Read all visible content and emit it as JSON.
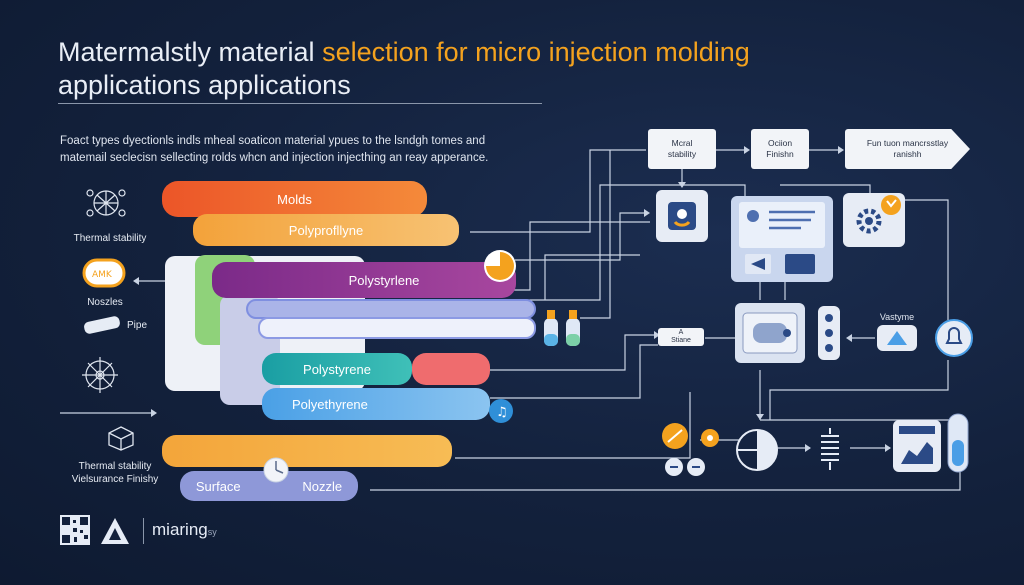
{
  "title": {
    "line1_plain": "Matermalstly material ",
    "line1_highlight": "selection for micro injection molding",
    "line2": "applications applications"
  },
  "intro": {
    "line1": "Foact types dyectionls indls mheal soaticon material ypues to the lsndgh tomes and",
    "line2": "matemail seclecisn sellecting rolds whcn and injection injecthing an reay apperance."
  },
  "bars": {
    "molds": "Molds",
    "polypropylene": "Polyprofllyne",
    "polystyrene_top": "Polystyrlene",
    "polystyrene_mid": "Polystyrene",
    "polyethylene": "Polyethyrene",
    "surface": "Surface",
    "nozzle": "Nozzle"
  },
  "left_labels": {
    "thermal_stability": "Thermal stability",
    "amk": "AMK",
    "nozzles": "Noszles",
    "pipe": "Pipe",
    "thermal_stability_2": "Thermal stability",
    "measurance": "Vielsurance Finishy"
  },
  "flow": {
    "box1": "Mcral stability",
    "box2": "Ociion Finishn",
    "box3": "Fun tuon mancrsstlay ranishh",
    "side_label": "Vastyme",
    "small_box_top": "A",
    "small_box_bottom": "Stiane"
  },
  "footer": {
    "brand": "miaring",
    "brand_suffix": "sy"
  },
  "colors": {
    "molds": "#f0672a",
    "polypropylene": "#f6a33a",
    "polystyrene_top": "#8b2f8a",
    "polystyrene_mid": "#1fa4a6",
    "polyethylene": "#5aa7e6",
    "surface": "#8c97d8",
    "accent_orange": "#f4a21e",
    "coral": "#ee6b6b"
  }
}
